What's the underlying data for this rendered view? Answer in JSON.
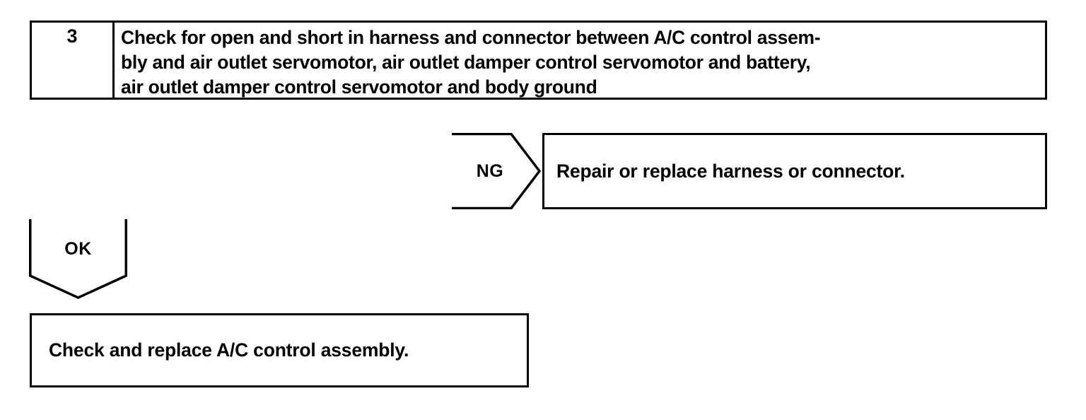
{
  "diagram": {
    "type": "troubleshooting-flowchart",
    "step": {
      "number": "3",
      "instruction": "Check for open and short in harness and connector between A/C control assem-\nbly and air outlet servomotor, air outlet damper control servomotor and battery,\nair outlet damper control servomotor and body ground"
    },
    "branches": {
      "ng": {
        "label": "NG",
        "result": "Repair or replace harness or connector."
      },
      "ok": {
        "label": "OK",
        "result": "Check and replace A/C control assembly."
      }
    },
    "colors": {
      "ink": "#000000",
      "paper": "#ffffff"
    }
  }
}
